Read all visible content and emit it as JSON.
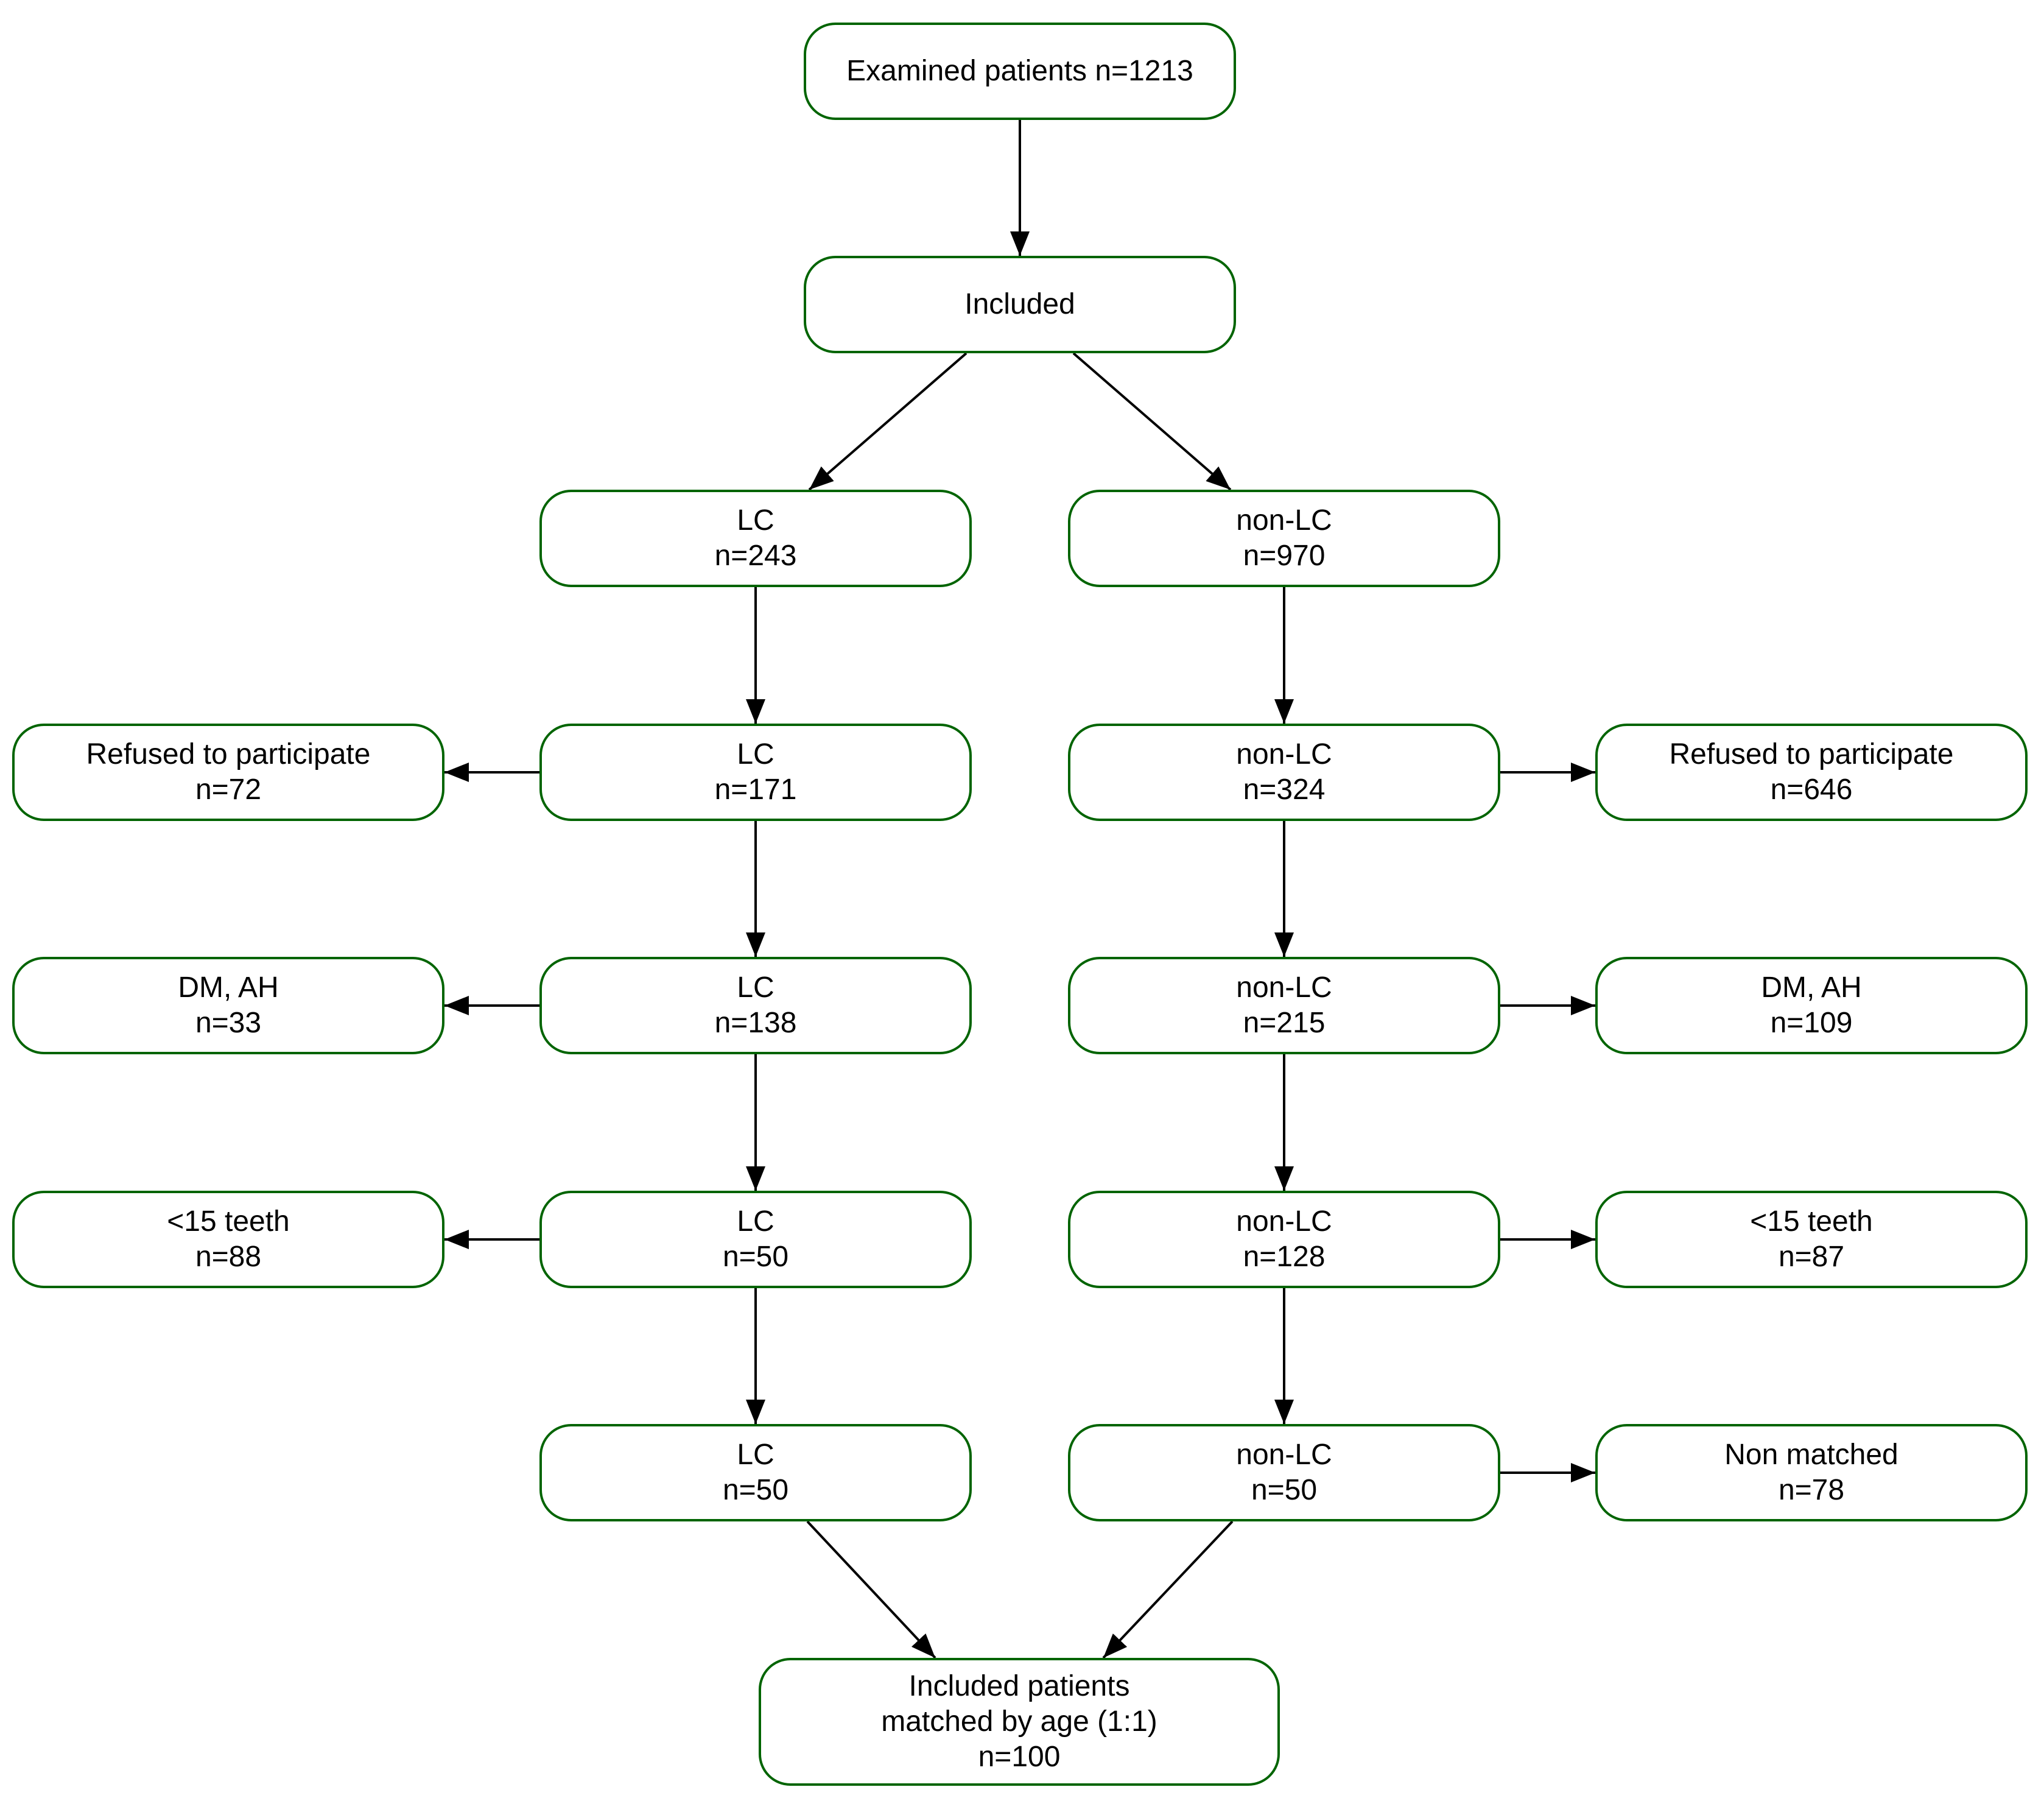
{
  "colors": {
    "node_border": "#006400",
    "edge": "#000000",
    "text": "#000000",
    "background": "#ffffff"
  },
  "nodes": {
    "examined": {
      "lines": [
        "Examined patients n=1213"
      ]
    },
    "included": {
      "lines": [
        "Included"
      ]
    },
    "lc_1": {
      "lines": [
        "LC",
        "n=243"
      ]
    },
    "nonlc_1": {
      "lines": [
        "non-LC",
        "n=970"
      ]
    },
    "lc_2": {
      "lines": [
        "LC",
        "n=171"
      ]
    },
    "nonlc_2": {
      "lines": [
        "non-LC",
        "n=324"
      ]
    },
    "lc_refused": {
      "lines": [
        "Refused to participate",
        "n=72"
      ]
    },
    "nonlc_refused": {
      "lines": [
        "Refused to participate",
        "n=646"
      ]
    },
    "lc_3": {
      "lines": [
        "LC",
        "n=138"
      ]
    },
    "nonlc_3": {
      "lines": [
        "non-LC",
        "n=215"
      ]
    },
    "lc_dm_ah": {
      "lines": [
        "DM, AH",
        "n=33"
      ]
    },
    "nonlc_dm_ah": {
      "lines": [
        "DM, AH",
        "n=109"
      ]
    },
    "lc_4": {
      "lines": [
        "LC",
        "n=50"
      ]
    },
    "nonlc_4": {
      "lines": [
        "non-LC",
        "n=128"
      ]
    },
    "lc_teeth": {
      "lines": [
        "<15 teeth",
        "n=88"
      ]
    },
    "nonlc_teeth": {
      "lines": [
        "<15 teeth",
        "n=87"
      ]
    },
    "lc_5": {
      "lines": [
        "LC",
        "n=50"
      ]
    },
    "nonlc_5": {
      "lines": [
        "non-LC",
        "n=50"
      ]
    },
    "nonlc_non_matched": {
      "lines": [
        "Non matched",
        "n=78"
      ]
    },
    "final": {
      "lines": [
        "Included patients",
        "matched by age (1:1)",
        "n=100"
      ]
    }
  },
  "edges": [
    {
      "from": "examined",
      "to": "included"
    },
    {
      "from": "included",
      "to": "lc_1"
    },
    {
      "from": "included",
      "to": "nonlc_1"
    },
    {
      "from": "lc_1",
      "to": "lc_2"
    },
    {
      "from": "nonlc_1",
      "to": "nonlc_2"
    },
    {
      "from": "lc_2",
      "to": "lc_refused"
    },
    {
      "from": "nonlc_2",
      "to": "nonlc_refused"
    },
    {
      "from": "lc_2",
      "to": "lc_3"
    },
    {
      "from": "nonlc_2",
      "to": "nonlc_3"
    },
    {
      "from": "lc_3",
      "to": "lc_dm_ah"
    },
    {
      "from": "nonlc_3",
      "to": "nonlc_dm_ah"
    },
    {
      "from": "lc_3",
      "to": "lc_4"
    },
    {
      "from": "nonlc_3",
      "to": "nonlc_4"
    },
    {
      "from": "lc_4",
      "to": "lc_teeth"
    },
    {
      "from": "nonlc_4",
      "to": "nonlc_teeth"
    },
    {
      "from": "lc_4",
      "to": "lc_5"
    },
    {
      "from": "nonlc_4",
      "to": "nonlc_5"
    },
    {
      "from": "nonlc_5",
      "to": "nonlc_non_matched"
    },
    {
      "from": "lc_5",
      "to": "final"
    },
    {
      "from": "nonlc_5",
      "to": "final"
    }
  ]
}
